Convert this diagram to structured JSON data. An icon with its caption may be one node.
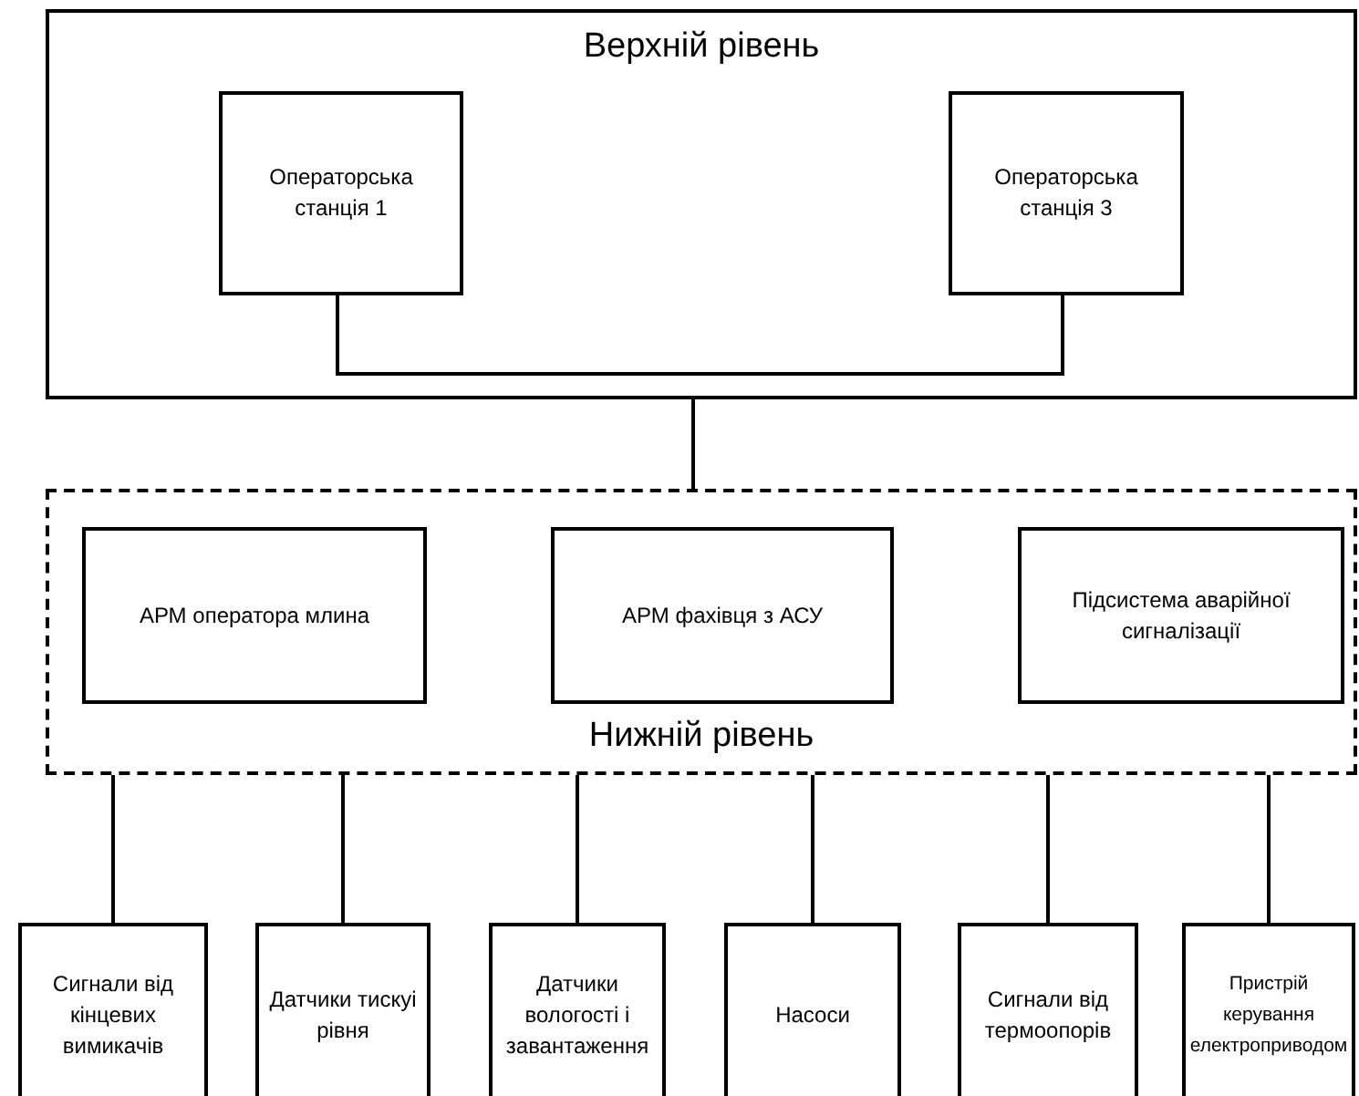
{
  "diagram": {
    "nodes": [
      {
        "text": [
          "Верхній рівень"
        ]
      },
      {
        "text": [
          "Операторська станція 1"
        ],
        "in": 0
      },
      {
        "text": [
          "Операторська станція 3"
        ],
        "in": 0
      },
      {
        "text": [
          "Нижній рівень"
        ]
      },
      {
        "text": [
          "АРМ оператора млина"
        ],
        "in": 3
      },
      {
        "text": [
          "АРМ фахівця з АСУ"
        ],
        "in": 3
      },
      {
        "text": [
          "Підсистема аварійної сигналізації"
        ],
        "in": 3
      },
      {
        "text": [
          "Сигнали від кінцевих вимикачів"
        ]
      },
      {
        "text": [
          "Датчики тискуі рівня"
        ]
      },
      {
        "text": [
          "Датчики вологості і завантаження"
        ]
      },
      {
        "text": [
          "Насоси"
        ]
      },
      {
        "text": [
          "Сигнали від термоопорів"
        ]
      },
      {
        "text": [
          "Пристрій керування електроприводом"
        ]
      }
    ],
    "edges": [
      {
        "from": 1,
        "to": 2,
        "arrow": "none"
      },
      {
        "from": 0,
        "to": 3,
        "arrow": "none"
      },
      {
        "from": 3,
        "to": 7,
        "arrow": "none"
      },
      {
        "from": 3,
        "to": 8,
        "arrow": "none"
      },
      {
        "from": 3,
        "to": 9,
        "arrow": "none"
      },
      {
        "from": 3,
        "to": 10,
        "arrow": "none"
      },
      {
        "from": 3,
        "to": 11,
        "arrow": "none"
      },
      {
        "from": 3,
        "to": 12,
        "arrow": "none"
      }
    ]
  }
}
